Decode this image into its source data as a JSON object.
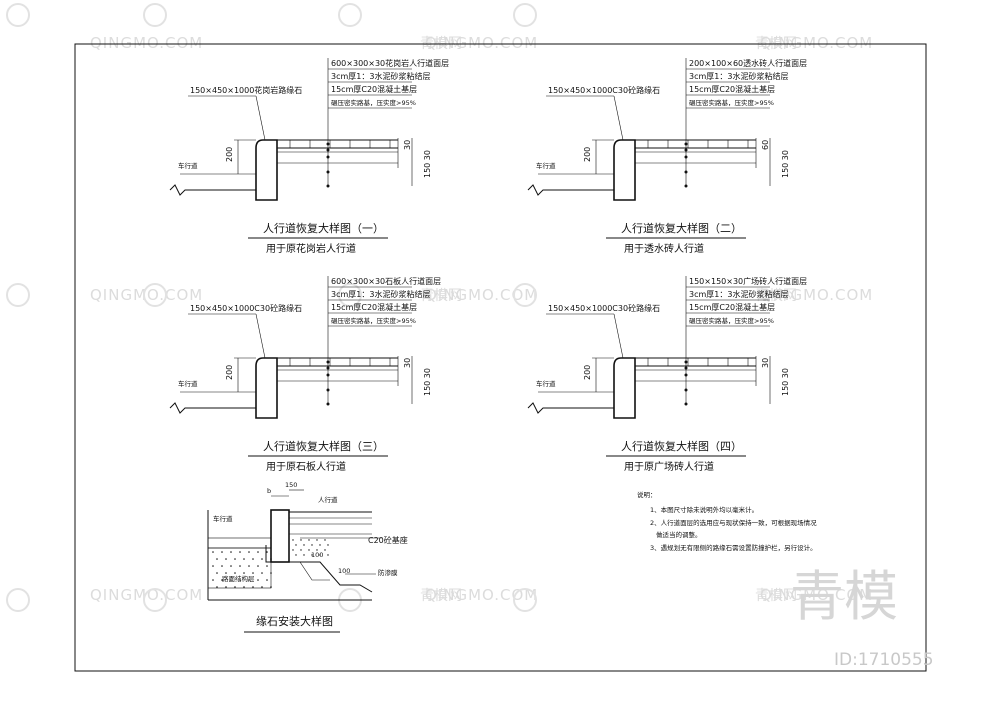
{
  "details": [
    {
      "callout_left": "150×450×1000花岗岩路缘石",
      "layers": [
        "600×300×30花岗岩人行道面层",
        "3cm厚1：3水泥砂浆粘结层",
        "15cm厚C20混凝土基层",
        "碾压密实路基，压实度>95%"
      ],
      "dim_height": "200",
      "dim_right": "30",
      "dim_right2": "150 30",
      "road_label": "车行道",
      "title": "人行道恢复大样图（一）",
      "subtitle": "用于原花岗岩人行道"
    },
    {
      "callout_left": "150×450×1000C30砼路缘石",
      "layers": [
        "200×100×60透水砖人行道面层",
        "3cm厚1：3水泥砂浆粘结层",
        "15cm厚C20混凝土基层",
        "碾压密实路基，压实度>95%"
      ],
      "dim_height": "200",
      "dim_right": "60",
      "dim_right2": "150 30",
      "road_label": "车行道",
      "title": "人行道恢复大样图（二）",
      "subtitle": "用于透水砖人行道"
    },
    {
      "callout_left": "150×450×1000C30砼路缘石",
      "layers": [
        "600×300×30石板人行道面层",
        "3cm厚1：3水泥砂浆粘结层",
        "15cm厚C20混凝土基层",
        "碾压密实路基，压实度>95%"
      ],
      "dim_height": "200",
      "dim_right": "30",
      "dim_right2": "150 30",
      "road_label": "车行道",
      "title": "人行道恢复大样图（三）",
      "subtitle": "用于原石板人行道"
    },
    {
      "callout_left": "150×450×1000C30砼路缘石",
      "layers": [
        "150×150×30广场砖人行道面层",
        "3cm厚1：3水泥砂浆粘结层",
        "15cm厚C20混凝土基层",
        "碾压密实路基，压实度>95%"
      ],
      "dim_height": "200",
      "dim_right": "30",
      "dim_right2": "150 30",
      "road_label": "车行道",
      "title": "人行道恢复大样图（四）",
      "subtitle": "用于原广场砖人行道"
    }
  ],
  "install": {
    "title": "缘石安装大样图",
    "road_label": "车行道",
    "walk_label": "人行道",
    "base_label": "C20砼基座",
    "road_struct": "路面结构层",
    "membrane": "防渗膜",
    "dim_b": "b",
    "dim_150": "150",
    "dim_100a": "100",
    "dim_100b": "100"
  },
  "notes": {
    "heading": "说明：",
    "items": [
      "1、本图尺寸除未说明外均以毫米计。",
      "2、人行道面层的选用应与现状保持一致，可根据现场情况",
      "做适当的调整。",
      "3、遇规划无有限侧的路缘石需设置防撞护栏，另行设计。"
    ]
  },
  "watermarks": {
    "logo_text": "QINGMO.COM",
    "cn_text": "青模网",
    "big_mark": "青模",
    "id_text": "ID:1710555"
  }
}
